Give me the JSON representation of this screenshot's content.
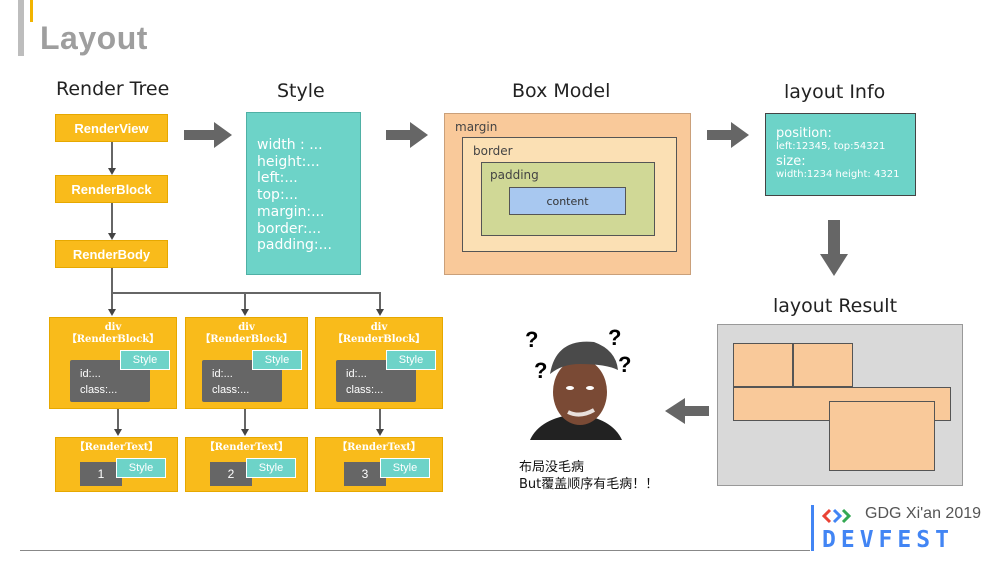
{
  "slide_title": "Layout",
  "headings": {
    "render_tree": "Render Tree",
    "style": "Style",
    "box_model": "Box Model",
    "layout_info": "layout Info",
    "layout_result": "layout Result"
  },
  "render_tree": {
    "nodes": [
      "RenderView",
      "RenderBlock",
      "RenderBody"
    ],
    "children": [
      {
        "div": "div",
        "block": "【RenderBlock】",
        "style": "Style",
        "id": "id:...",
        "class": "class:...",
        "text": "【RenderText】",
        "text_style": "Style",
        "num": "1"
      },
      {
        "div": "div",
        "block": "【RenderBlock】",
        "style": "Style",
        "id": "id:...",
        "class": "class:...",
        "text": "【RenderText】",
        "text_style": "Style",
        "num": "2"
      },
      {
        "div": "div",
        "block": "【RenderBlock】",
        "style": "Style",
        "id": "id:...",
        "class": "class:...",
        "text": "【RenderText】",
        "text_style": "Style",
        "num": "3"
      }
    ]
  },
  "style_props": [
    "width : ...",
    "height:...",
    "left:...",
    "top:...",
    "margin:...",
    "border:...",
    "padding:..."
  ],
  "box_model": {
    "margin": "margin",
    "border": "border",
    "padding": "padding",
    "content": "content"
  },
  "layout_info": {
    "position_label": "position:",
    "position_value": "left:12345, top:54321",
    "size_label": "size:",
    "size_value": "width:1234  height: 4321"
  },
  "meme": {
    "question_marks": [
      "?",
      "?",
      "?",
      "?"
    ],
    "caption_line1": "布局没毛病",
    "caption_line2": "But覆盖顺序有毛病！！"
  },
  "footer": {
    "event": "GDG Xi'an 2019",
    "logo_text": "DEVFEST",
    "logo_colors": [
      "#4285f4",
      "#34a853",
      "#fbbc05",
      "#ea4335"
    ]
  },
  "colors": {
    "yellow": "#f9bb1b",
    "teal": "#6dd3c8",
    "peach": "#f9c99a",
    "gray": "#666666"
  }
}
